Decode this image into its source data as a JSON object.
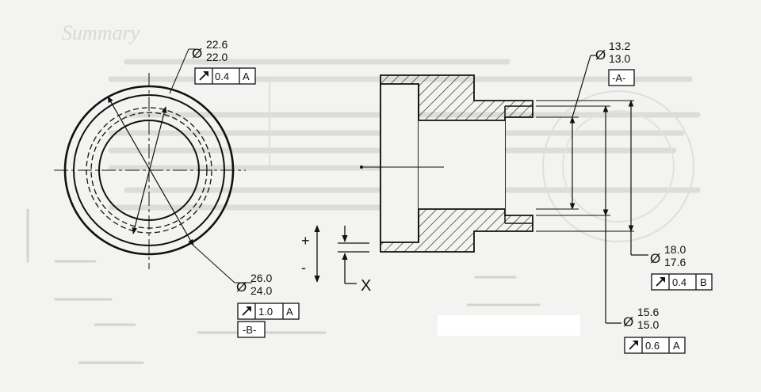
{
  "background": {
    "heading": "Summary",
    "color_page": "#f3f3f1",
    "color_ink": "#111111"
  },
  "left_view": {
    "outer_dim": {
      "symbol": "Ø",
      "upper": "22.6",
      "lower": "22.0",
      "fcf": {
        "symbol": "runout-arrow-icon",
        "tolerance": "0.4",
        "datum": "A"
      }
    },
    "bottom_dim": {
      "symbol": "Ø",
      "upper": "26.0",
      "lower": "24.0",
      "fcf": {
        "symbol": "runout-arrow-icon",
        "tolerance": "1.0",
        "datum": "A"
      },
      "datum_label": "-B-"
    }
  },
  "section_view": {
    "plus": "+",
    "minus": "-",
    "x_label": "X"
  },
  "right_dims": {
    "top": {
      "symbol": "Ø",
      "upper": "13.2",
      "lower": "13.0",
      "datum_label": "-A-"
    },
    "mid": {
      "symbol": "Ø",
      "upper": "18.0",
      "lower": "17.6",
      "fcf": {
        "symbol": "runout-arrow-icon",
        "tolerance": "0.4",
        "datum": "B"
      }
    },
    "bottom": {
      "symbol": "Ø",
      "upper": "15.6",
      "lower": "15.0",
      "fcf": {
        "symbol": "runout-arrow-icon",
        "tolerance": "0.6",
        "datum": "A"
      }
    }
  }
}
